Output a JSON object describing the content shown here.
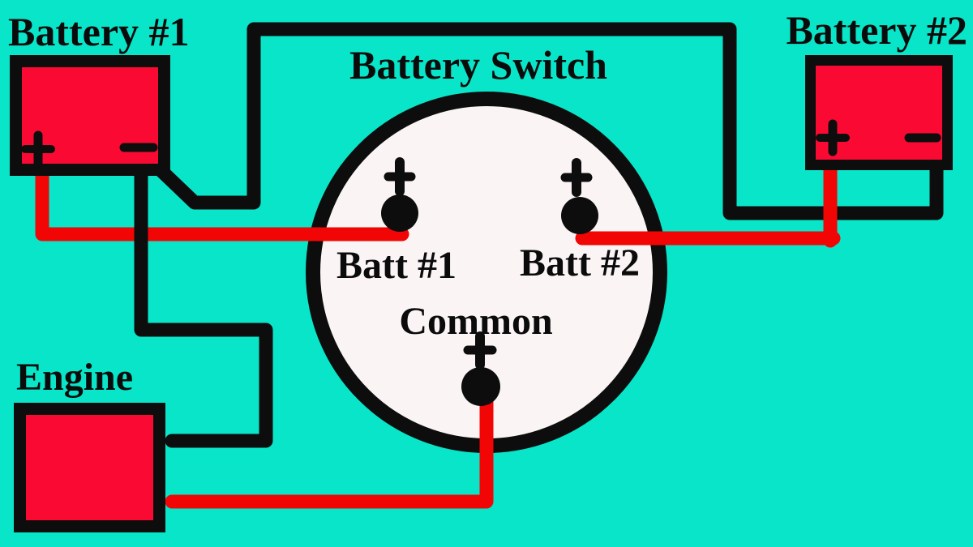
{
  "colors": {
    "background": "#09e5c8",
    "battery_fill": "#fa0a33",
    "wire_red": "#f20505",
    "wire_black": "#0d0d0d",
    "switch_fill": "#faf5f4",
    "outline_black": "#0d0d0d",
    "text": "#0b0b0b"
  },
  "batteries": [
    {
      "label": "Battery #1",
      "positive": "+",
      "negative": "−"
    },
    {
      "label": "Battery #2",
      "positive": "+",
      "negative": "−"
    }
  ],
  "battery_switch": {
    "label": "Battery Switch",
    "posts": [
      {
        "label": "Batt #1",
        "terminal": "+"
      },
      {
        "label": "Batt #2",
        "terminal": "+"
      },
      {
        "label": "Common",
        "terminal": "+"
      }
    ]
  },
  "engine": {
    "label": "Engine"
  },
  "icons": {
    "plus-icon": "+",
    "minus-icon": "−"
  }
}
